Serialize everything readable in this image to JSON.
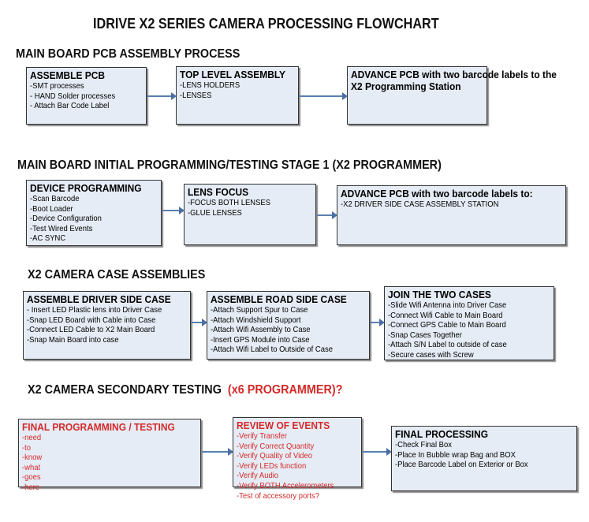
{
  "title": "IDRIVE X2  SERIES CAMERA PROCESSING FLOWCHART",
  "colors": {
    "box_fill": "#e6ecf5",
    "arrow": "#4a6fa5",
    "highlight": "#d42a2a"
  },
  "sections": [
    {
      "title": "MAIN BOARD PCB ASSEMBLY PROCESS",
      "boxes": [
        {
          "title": "ASSEMBLE PCB",
          "items": [
            " -SMT processes",
            "- HAND Solder processes",
            "- Attach Bar Code Label"
          ]
        },
        {
          "title": "TOP LEVEL ASSEMBLY",
          "items": [
            "-LENS HOLDERS",
            "-LENSES"
          ]
        },
        {
          "title": "ADVANCE PCB with two barcode labels to the",
          "title2": " X2 Programming Station",
          "items": []
        }
      ]
    },
    {
      "title": "MAIN BOARD INITIAL PROGRAMMING/TESTING STAGE 1 (X2 PROGRAMMER)",
      "boxes": [
        {
          "title": "DEVICE PROGRAMMING",
          "items": [
            "-Scan Barcode",
            "-Boot Loader",
            "-Device Configuration",
            "-Test Wired Events",
            "-AC SYNC"
          ]
        },
        {
          "title": "LENS FOCUS",
          "items": [
            "-FOCUS BOTH LENSES",
            "-GLUE LENSES"
          ]
        },
        {
          "title": "ADVANCE PCB with two barcode labels to:",
          "items": [
            "-X2 DRIVER  SIDE  CASE  ASSEMBLY STATION"
          ]
        }
      ]
    },
    {
      "title": "X2 CAMERA CASE ASSEMBLIES",
      "boxes": [
        {
          "title": "ASSEMBLE DRIVER SIDE CASE",
          "items": [
            "- Insert LED Plastic lens into Driver Case",
            "-Snap LED Board with Cable into Case",
            "-Connect LED Cable to X2 Main Board",
            "-Snap Main Board into case"
          ]
        },
        {
          "title": "ASSEMBLE ROAD SIDE CASE",
          "items": [
            "-Attach Support Spur to Case",
            "-Attach Windshield Support",
            "-Attach Wifi Assembly to Case",
            "-Insert GPS Module into Case",
            "-Attach Wifi Label to Outside of Case"
          ]
        },
        {
          "title": "JOIN THE TWO CASES",
          "items": [
            "-Slide Wifi Antenna into Driver Case",
            "-Connect Wifi Cable to Main Board",
            "-Connect GPS Cable to Main Board",
            "-Snap Cases Together",
            "-Attach S/N Label to outside of case",
            "-Secure cases with Screw"
          ]
        }
      ]
    },
    {
      "title": "X2 CAMERA SECONDARY TESTING",
      "title_note": "(x6 PROGRAMMER)?",
      "boxes": [
        {
          "title": "FINAL PROGRAMMING / TESTING",
          "items": [
            "-need",
            "-to",
            "-know",
            "-what",
            "-goes",
            "-here"
          ]
        },
        {
          "title": "REVIEW OF EVENTS",
          "items": [
            "-Verify Transfer",
            "-Verify Correct Quantity",
            "-Verify Quality of Video",
            "-Verify LEDs function",
            "-Verify Audio",
            "-Verify BOTH Accelerometers",
            "-Test of accessory ports?"
          ]
        },
        {
          "title": "FINAL PROCESSING",
          "items": [
            " -Check Final Box",
            "-Place In Bubble wrap Bag and BOX",
            "-Place Barcode Label on Exterior or Box"
          ]
        }
      ]
    }
  ]
}
